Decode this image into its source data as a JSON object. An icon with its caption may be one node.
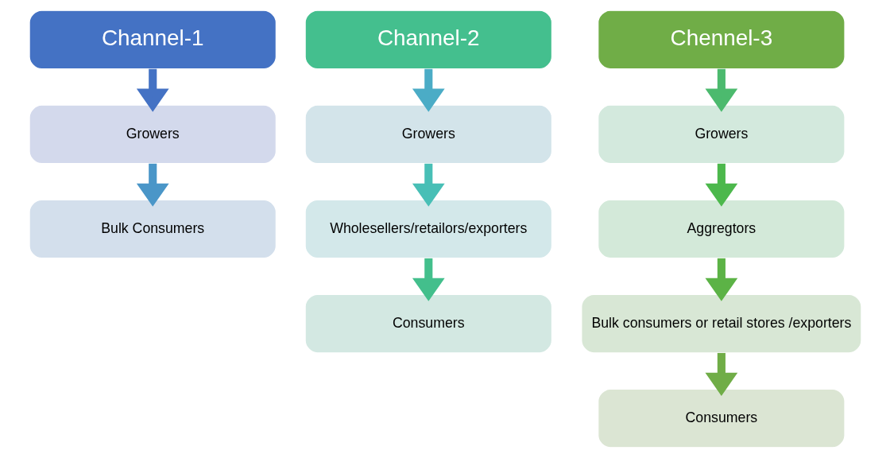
{
  "diagram": {
    "nodes": [
      {
        "text": [
          "Channel-1"
        ]
      },
      {
        "text": [
          "Growers"
        ]
      },
      {
        "text": [
          "Bulk Consumers"
        ]
      },
      {
        "text": [
          "Channel-2"
        ]
      },
      {
        "text": [
          "Growers"
        ]
      },
      {
        "text": [
          "Wholesellers/retailors/exporters"
        ]
      },
      {
        "text": [
          "Consumers"
        ]
      },
      {
        "text": [
          "Chennel-3"
        ]
      },
      {
        "text": [
          "Growers"
        ]
      },
      {
        "text": [
          "Aggregtors"
        ]
      },
      {
        "text": [
          "Bulk consumers or retail stores /exporters"
        ]
      },
      {
        "text": [
          "Consumers"
        ]
      }
    ],
    "edges": [
      {
        "from": 0,
        "to": 1,
        "arrow": "to",
        "color": "#4472c4"
      },
      {
        "from": 1,
        "to": 2,
        "arrow": "to",
        "color": "#4a96c8"
      },
      {
        "from": 3,
        "to": 4,
        "arrow": "to",
        "color": "#4bacc6"
      },
      {
        "from": 4,
        "to": 5,
        "arrow": "to",
        "color": "#48bfb6"
      },
      {
        "from": 5,
        "to": 6,
        "arrow": "to",
        "color": "#43bf8c"
      },
      {
        "from": 7,
        "to": 8,
        "arrow": "to",
        "color": "#4cba6e"
      },
      {
        "from": 8,
        "to": 9,
        "arrow": "to",
        "color": "#4cb84c"
      },
      {
        "from": 9,
        "to": 10,
        "arrow": "to",
        "color": "#5cb346"
      },
      {
        "from": 10,
        "to": 11,
        "arrow": "to",
        "color": "#70ad47"
      }
    ]
  }
}
